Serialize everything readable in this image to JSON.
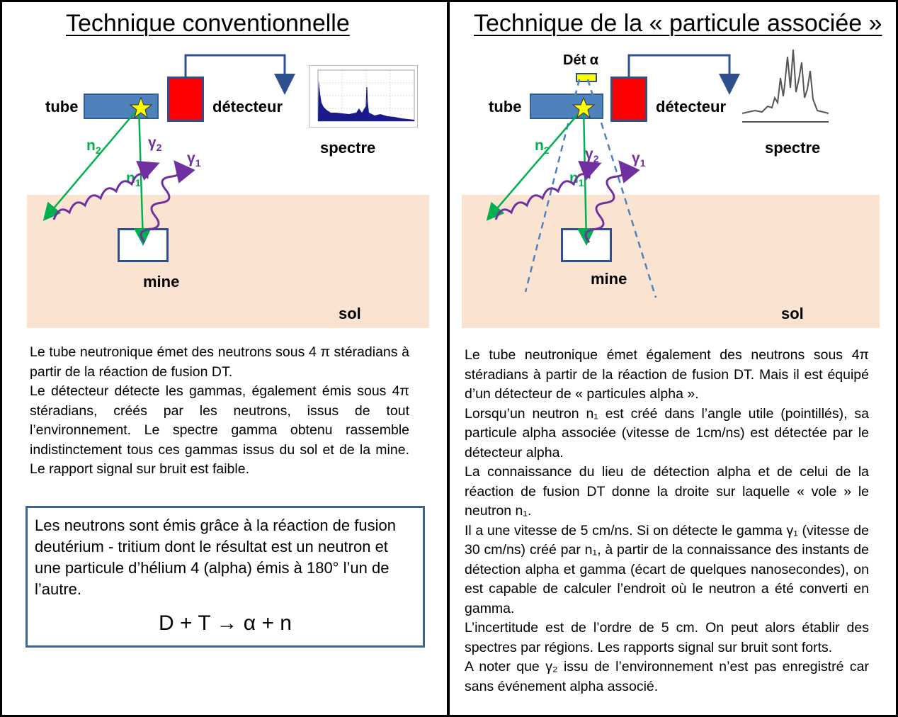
{
  "left": {
    "title": "Technique conventionnelle",
    "labels": {
      "tube": "tube",
      "detector": "détecteur",
      "spectrum": "spectre",
      "mine": "mine",
      "soil": "sol",
      "n1": "n",
      "n2": "n",
      "g1": "γ",
      "g2": "γ",
      "sub1": "1",
      "sub2": "2"
    },
    "paragraphs": [
      "Le tube neutronique émet des neutrons sous 4 π stéradians à partir de la réaction de fusion DT.",
      "Le détecteur détecte les gammas, également émis sous 4π stéradians, créés par les neutrons, issus de tout l’environnement. Le spectre gamma obtenu rassemble indistinctement tous ces gammas issus du sol et de la mine. Le rapport signal sur bruit est faible."
    ],
    "box_text": "Les neutrons sont émis grâce à la réaction de fusion deutérium - tritium dont le résultat est un neutron et une particule d’hélium 4 (alpha) émis à 180° l’un de l’autre.",
    "equation": "D + T  →  α + n"
  },
  "right": {
    "title": "Technique de la « particule associée »",
    "labels": {
      "tube": "tube",
      "detector": "détecteur",
      "spectrum": "spectre",
      "mine": "mine",
      "soil": "sol",
      "alpha_det": "Dét α",
      "n1": "n",
      "n2": "n",
      "g1": "γ",
      "g2": "γ",
      "sub1": "1",
      "sub2": "2"
    },
    "paragraphs": [
      "Le tube neutronique émet également des neutrons sous 4π stéradians à partir de la réaction de fusion DT. Mais il est équipé d’un détecteur de « particules alpha ».",
      "Lorsqu’un neutron n₁ est créé dans l’angle utile (pointillés), sa particule alpha associée (vitesse de 1cm/ns) est détectée par le détecteur alpha.",
      "La connaissance du lieu de détection alpha et de celui de la réaction de fusion DT donne la droite sur laquelle « vole » le neutron n₁.",
      "Il a une vitesse de 5 cm/ns. Si on détecte le gamma γ₁ (vitesse de 30 cm/ns) créé par n₁, à partir de la connaissance des instants de détection alpha et gamma (écart de quelques nanosecondes), on est capable de calculer l’endroit où le neutron a été converti en gamma.",
      "L’incertitude est de l’ordre de 5 cm. On peut alors établir des spectres par régions. Les rapports signal sur bruit sont forts.",
      "A noter que γ₂ issu de l’environnement n’est pas enregistré car sans événement alpha associé."
    ]
  },
  "colors": {
    "ground": "#fbe3d2",
    "tube": "#4f81bd",
    "detector": "#ff0000",
    "neutron": "#00b050",
    "gamma": "#7030a0",
    "outline": "#2f4f8f",
    "dashed": "#4f81bd"
  }
}
